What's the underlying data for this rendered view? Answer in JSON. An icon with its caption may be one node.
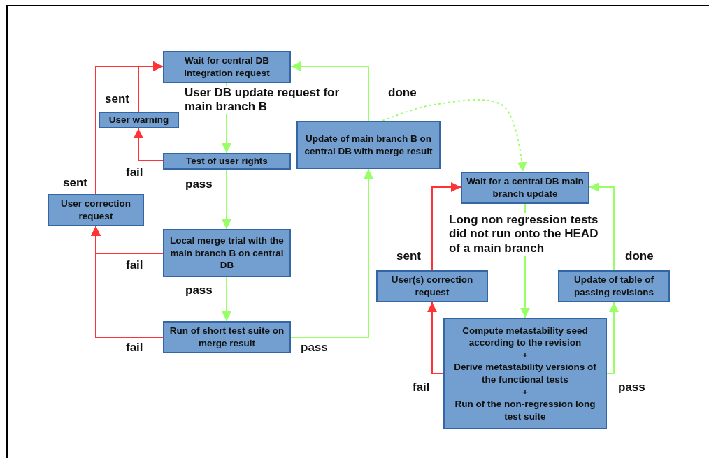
{
  "diagram": {
    "nodes": [
      {
        "text": [
          "Wait for central DB integration request"
        ]
      },
      {
        "text": [
          "User warning"
        ]
      },
      {
        "text": [
          "Test of user rights"
        ]
      },
      {
        "text": [
          "User correction request"
        ]
      },
      {
        "text": [
          "Local merge trial with the main branch B on central DB"
        ]
      },
      {
        "text": [
          "Run of short test suite on merge result"
        ]
      },
      {
        "text": [
          "Update of main branch B on central DB with merge result"
        ]
      },
      {
        "text": [
          "Wait for a central DB main branch update"
        ]
      },
      {
        "text": [
          "User(s) correction request"
        ]
      },
      {
        "text": [
          "Update of table of passing revisions"
        ]
      },
      {
        "text": [
          "Compute metastability seed according to the revision",
          "+",
          "Derive metastability versions of the functional tests",
          "+",
          "Run of the non-regression long test suite"
        ]
      }
    ],
    "edges": [
      {
        "from": 0,
        "to": 2,
        "arrow": "to",
        "label": "User DB update request for main branch B"
      },
      {
        "from": 2,
        "to": 1,
        "arrow": "to",
        "label": "fail",
        "color": "#ff3333"
      },
      {
        "from": 1,
        "to": 0,
        "arrow": "to",
        "label": "sent",
        "color": "#ff3333"
      },
      {
        "from": 3,
        "to": 0,
        "arrow": "to",
        "label": "sent",
        "color": "#ff3333"
      },
      {
        "from": 2,
        "to": 4,
        "arrow": "to",
        "label": "pass"
      },
      {
        "from": 4,
        "to": 3,
        "arrow": "to",
        "label": "fail",
        "color": "#ff3333"
      },
      {
        "from": 4,
        "to": 5,
        "arrow": "to",
        "label": "pass"
      },
      {
        "from": 5,
        "to": 3,
        "arrow": "to",
        "label": "fail",
        "color": "#ff3333"
      },
      {
        "from": 5,
        "to": 6,
        "arrow": "to",
        "label": "pass"
      },
      {
        "from": 6,
        "to": 0,
        "arrow": "to",
        "label": "done"
      },
      {
        "from": 6,
        "to": 7,
        "arrow": "to",
        "style": "dashed"
      },
      {
        "from": 8,
        "to": 7,
        "arrow": "to",
        "label": "sent",
        "color": "#ff3333"
      },
      {
        "from": 7,
        "to": 10,
        "arrow": "to",
        "label": "Long non regression tests did not run onto the HEAD of a main branch"
      },
      {
        "from": 10,
        "to": 8,
        "arrow": "to",
        "label": "fail",
        "color": "#ff3333"
      },
      {
        "from": 10,
        "to": 9,
        "arrow": "to",
        "label": "pass"
      },
      {
        "from": 9,
        "to": 7,
        "arrow": "to",
        "label": "done"
      }
    ]
  }
}
